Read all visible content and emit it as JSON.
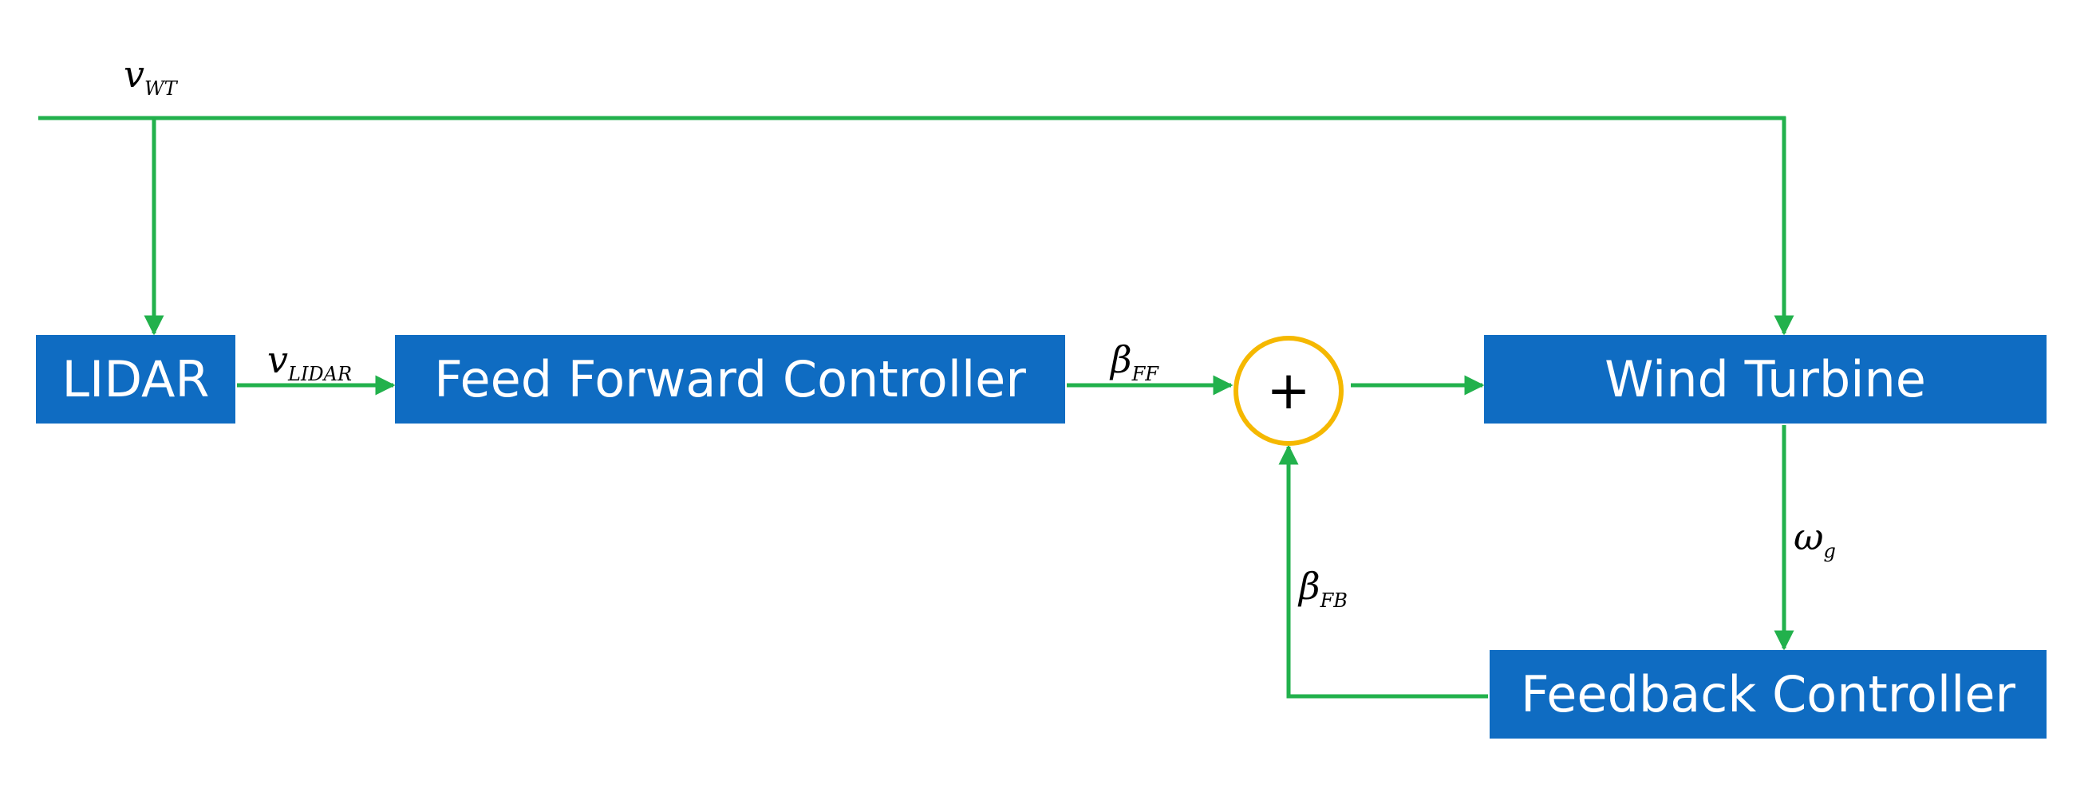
{
  "blocks": {
    "lidar": "LIDAR",
    "feedforward": "Feed Forward Controller",
    "turbine": "Wind Turbine",
    "feedback": "Feedback Controller"
  },
  "summing_junction": {
    "symbol": "+"
  },
  "signals": {
    "v_wt": {
      "base": "v",
      "sub": "WT"
    },
    "v_lidar": {
      "base": "v",
      "sub": "LIDAR"
    },
    "beta_ff": {
      "base": "β",
      "sub": "FF"
    },
    "beta_fb": {
      "base": "β",
      "sub": "FB"
    },
    "omega_g": {
      "base": "ω",
      "sub": "g"
    }
  },
  "colors": {
    "block_fill": "#0f6cc2",
    "block_text": "#ffffff",
    "arrow": "#22b14c",
    "junction_ring": "#f5b800",
    "label_text": "#000000"
  }
}
